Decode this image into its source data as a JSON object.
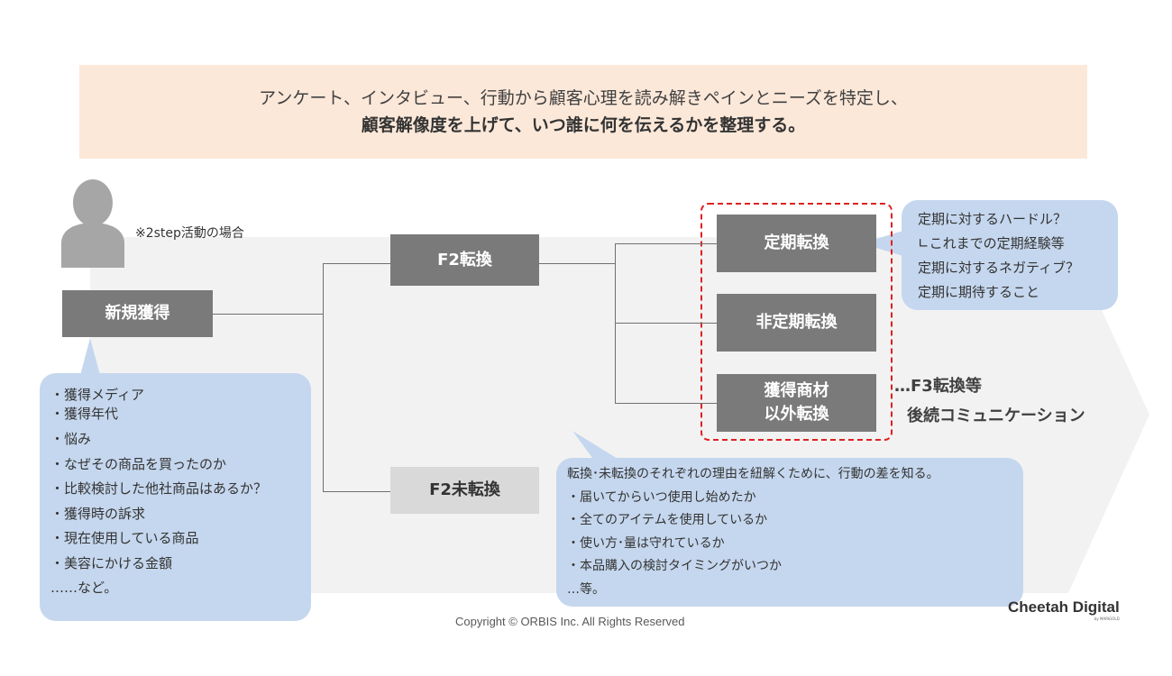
{
  "banner": {
    "line1": "アンケート、インタビュー、行動から顧客心理を読み解きペインとニーズを特定し、",
    "line2": "顧客解像度を上げて、いつ誰に何を伝えるかを整理する。"
  },
  "note": "※2step活動の場合",
  "nodes": {
    "new": "新規獲得",
    "f2": "F2転換",
    "f2_not": "F2未転換",
    "teiki": "定期転換",
    "hiteiki": "非定期転換",
    "other_line1": "獲得商材",
    "other_line2": "以外転換"
  },
  "f3": {
    "line1": "…F3転換等",
    "line2": "後続コミュニケーション"
  },
  "left_bubble": [
    "・獲得メディア",
    "・獲得年代",
    "・悩み",
    "・なぜその商品を買ったのか",
    "・比較検討した他社商品はあるか？",
    "・獲得時の訴求",
    "・現在使用している商品",
    "・美容にかける金額",
    "……など。"
  ],
  "right_bubble": [
    "定期に対するハードル？",
    "∟これまでの定期経験等",
    "定期に対するネガティブ？",
    "定期に期待すること"
  ],
  "bottom_bubble": [
    "転換･未転換のそれぞれの理由を紐解くために、行動の差を知る。",
    "・届いてからいつ使用し始めたか",
    "・全てのアイテムを使用しているか",
    "・使い方･量は守れているか",
    "・本品購入の検討タイミングがいつか",
    "…等。"
  ],
  "footer": {
    "copyright": "Copyright © ORBIS Inc. All Rights Reserved",
    "logo": "Cheetah Digital",
    "logo_sub": "by MARIGOLD"
  }
}
